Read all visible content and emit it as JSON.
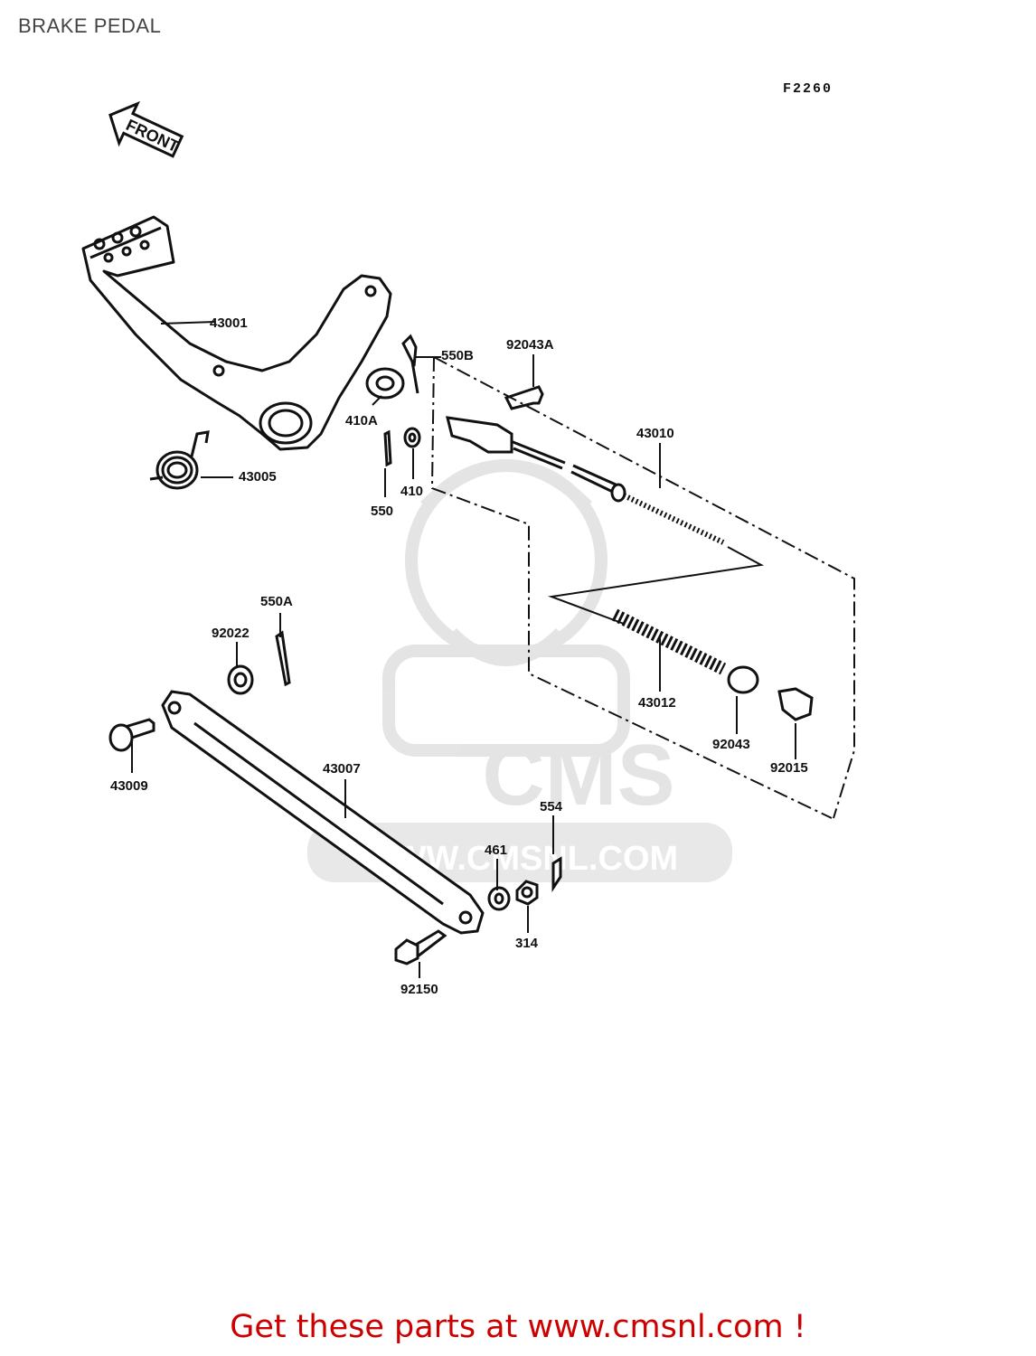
{
  "page": {
    "title": "BRAKE PEDAL",
    "figure_code": "F2260",
    "direction_arrow_text": "FRONT"
  },
  "watermark": {
    "brand": "CMS",
    "url": "WWW.CMSNL.COM",
    "color": "#c8c8c8"
  },
  "promo": {
    "text": "Get these parts at www.cmsnl.com !",
    "color": "#cc0000"
  },
  "parts": [
    {
      "number": "43001"
    },
    {
      "number": "550B"
    },
    {
      "number": "92043A"
    },
    {
      "number": "410A"
    },
    {
      "number": "410"
    },
    {
      "number": "550"
    },
    {
      "number": "43005"
    },
    {
      "number": "43010"
    },
    {
      "number": "550A"
    },
    {
      "number": "92022"
    },
    {
      "number": "43012"
    },
    {
      "number": "92043"
    },
    {
      "number": "92015"
    },
    {
      "number": "43009"
    },
    {
      "number": "43007"
    },
    {
      "number": "554"
    },
    {
      "number": "461"
    },
    {
      "number": "314"
    },
    {
      "number": "92150"
    }
  ]
}
